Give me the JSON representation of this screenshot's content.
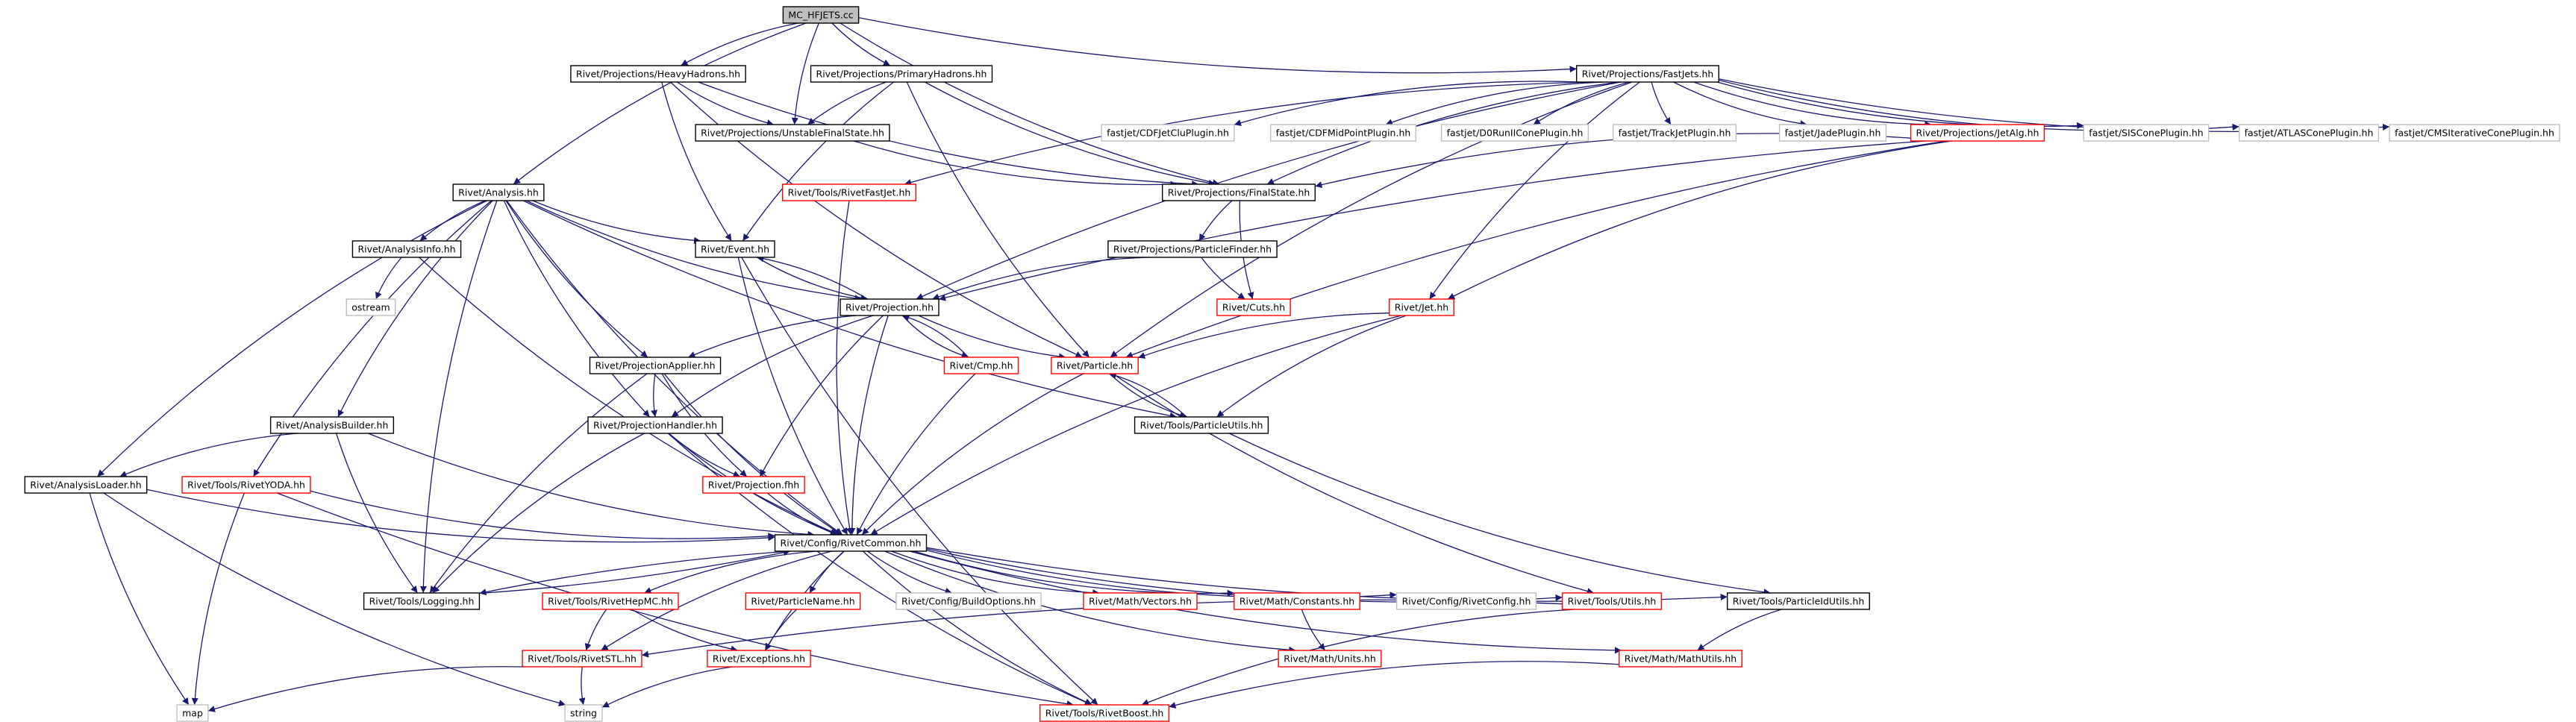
{
  "colors": {
    "root_fill": "#bfbfbf",
    "defined": "#000000",
    "undocumented": "#ff0000",
    "external": "#bfbfbf",
    "edge": "#191970"
  },
  "nodes": [
    {
      "id": "root",
      "label": "MC_HFJETS.cc",
      "kind": "root"
    },
    {
      "id": "heavy",
      "label": "Rivet/Projections/HeavyHadrons.hh",
      "kind": "defined"
    },
    {
      "id": "primary",
      "label": "Rivet/Projections/PrimaryHadrons.hh",
      "kind": "defined"
    },
    {
      "id": "fastjets",
      "label": "Rivet/Projections/FastJets.hh",
      "kind": "defined"
    },
    {
      "id": "unstable",
      "label": "Rivet/Projections/UnstableFinalState.hh",
      "kind": "defined"
    },
    {
      "id": "cdfjetclu",
      "label": "fastjet/CDFJetCluPlugin.hh",
      "kind": "external"
    },
    {
      "id": "cdfmid",
      "label": "fastjet/CDFMidPointPlugin.hh",
      "kind": "external"
    },
    {
      "id": "d0run",
      "label": "fastjet/D0RunIIConePlugin.hh",
      "kind": "external"
    },
    {
      "id": "trackjet",
      "label": "fastjet/TrackJetPlugin.hh",
      "kind": "external"
    },
    {
      "id": "jade",
      "label": "fastjet/JadePlugin.hh",
      "kind": "external"
    },
    {
      "id": "jetalg",
      "label": "Rivet/Projections/JetAlg.hh",
      "kind": "undocumented"
    },
    {
      "id": "siscone",
      "label": "fastjet/SISConePlugin.hh",
      "kind": "external"
    },
    {
      "id": "atlascone",
      "label": "fastjet/ATLASConePlugin.hh",
      "kind": "external"
    },
    {
      "id": "cmscone",
      "label": "fastjet/CMSIterativeConePlugin.hh",
      "kind": "external"
    },
    {
      "id": "analysis",
      "label": "Rivet/Analysis.hh",
      "kind": "defined"
    },
    {
      "id": "rivetfastjet",
      "label": "Rivet/Tools/RivetFastJet.hh",
      "kind": "undocumented"
    },
    {
      "id": "finalstate",
      "label": "Rivet/Projections/FinalState.hh",
      "kind": "defined"
    },
    {
      "id": "analysisinfo",
      "label": "Rivet/AnalysisInfo.hh",
      "kind": "defined"
    },
    {
      "id": "event",
      "label": "Rivet/Event.hh",
      "kind": "defined"
    },
    {
      "id": "partfinder",
      "label": "Rivet/Projections/ParticleFinder.hh",
      "kind": "defined"
    },
    {
      "id": "ostream",
      "label": "ostream",
      "kind": "external"
    },
    {
      "id": "projection",
      "label": "Rivet/Projection.hh",
      "kind": "defined"
    },
    {
      "id": "cuts",
      "label": "Rivet/Cuts.hh",
      "kind": "undocumented"
    },
    {
      "id": "jet",
      "label": "Rivet/Jet.hh",
      "kind": "undocumented"
    },
    {
      "id": "projapplier",
      "label": "Rivet/ProjectionApplier.hh",
      "kind": "defined"
    },
    {
      "id": "cmp",
      "label": "Rivet/Cmp.hh",
      "kind": "undocumented"
    },
    {
      "id": "particle",
      "label": "Rivet/Particle.hh",
      "kind": "undocumented"
    },
    {
      "id": "analysisbuilder",
      "label": "Rivet/AnalysisBuilder.hh",
      "kind": "defined"
    },
    {
      "id": "projhandler",
      "label": "Rivet/ProjectionHandler.hh",
      "kind": "defined"
    },
    {
      "id": "particleutils",
      "label": "Rivet/Tools/ParticleUtils.hh",
      "kind": "defined"
    },
    {
      "id": "analysisloader",
      "label": "Rivet/AnalysisLoader.hh",
      "kind": "defined"
    },
    {
      "id": "rivetyoda",
      "label": "Rivet/Tools/RivetYODA.hh",
      "kind": "undocumented"
    },
    {
      "id": "projfhh",
      "label": "Rivet/Projection.fhh",
      "kind": "undocumented"
    },
    {
      "id": "rivetcommon",
      "label": "Rivet/Config/RivetCommon.hh",
      "kind": "defined"
    },
    {
      "id": "logging",
      "label": "Rivet/Tools/Logging.hh",
      "kind": "defined"
    },
    {
      "id": "rivethepmc",
      "label": "Rivet/Tools/RivetHepMC.hh",
      "kind": "undocumented"
    },
    {
      "id": "particlename",
      "label": "Rivet/ParticleName.hh",
      "kind": "undocumented"
    },
    {
      "id": "buildopts",
      "label": "Rivet/Config/BuildOptions.hh",
      "kind": "external"
    },
    {
      "id": "vectors",
      "label": "Rivet/Math/Vectors.hh",
      "kind": "undocumented"
    },
    {
      "id": "constants",
      "label": "Rivet/Math/Constants.hh",
      "kind": "undocumented"
    },
    {
      "id": "rivetconfig",
      "label": "Rivet/Config/RivetConfig.hh",
      "kind": "external"
    },
    {
      "id": "utils",
      "label": "Rivet/Tools/Utils.hh",
      "kind": "undocumented"
    },
    {
      "id": "particleidutils",
      "label": "Rivet/Tools/ParticleIdUtils.hh",
      "kind": "defined"
    },
    {
      "id": "rivetstl",
      "label": "Rivet/Tools/RivetSTL.hh",
      "kind": "undocumented"
    },
    {
      "id": "exceptions",
      "label": "Rivet/Exceptions.hh",
      "kind": "undocumented"
    },
    {
      "id": "units",
      "label": "Rivet/Math/Units.hh",
      "kind": "undocumented"
    },
    {
      "id": "mathutils",
      "label": "Rivet/Math/MathUtils.hh",
      "kind": "undocumented"
    },
    {
      "id": "map",
      "label": "map",
      "kind": "external"
    },
    {
      "id": "string",
      "label": "string",
      "kind": "external"
    },
    {
      "id": "rivetboost",
      "label": "Rivet/Tools/RivetBoost.hh",
      "kind": "undocumented"
    }
  ],
  "edges": [
    [
      "root",
      "heavy"
    ],
    [
      "root",
      "primary"
    ],
    [
      "root",
      "fastjets"
    ],
    [
      "root",
      "unstable"
    ],
    [
      "root",
      "analysis"
    ],
    [
      "root",
      "finalstate"
    ],
    [
      "heavy",
      "unstable"
    ],
    [
      "heavy",
      "finalstate"
    ],
    [
      "heavy",
      "event"
    ],
    [
      "heavy",
      "particle"
    ],
    [
      "primary",
      "unstable"
    ],
    [
      "primary",
      "finalstate"
    ],
    [
      "primary",
      "event"
    ],
    [
      "primary",
      "particle"
    ],
    [
      "unstable",
      "finalstate"
    ],
    [
      "fastjets",
      "cdfjetclu"
    ],
    [
      "fastjets",
      "cdfmid"
    ],
    [
      "fastjets",
      "d0run"
    ],
    [
      "fastjets",
      "trackjet"
    ],
    [
      "fastjets",
      "jade"
    ],
    [
      "fastjets",
      "jetalg"
    ],
    [
      "fastjets",
      "siscone"
    ],
    [
      "fastjets",
      "atlascone"
    ],
    [
      "fastjets",
      "cmscone"
    ],
    [
      "fastjets",
      "rivetfastjet"
    ],
    [
      "fastjets",
      "finalstate"
    ],
    [
      "fastjets",
      "projection"
    ],
    [
      "fastjets",
      "particle"
    ],
    [
      "fastjets",
      "jet"
    ],
    [
      "jetalg",
      "finalstate"
    ],
    [
      "jetalg",
      "projection"
    ],
    [
      "jetalg",
      "particle"
    ],
    [
      "jetalg",
      "jet"
    ],
    [
      "finalstate",
      "partfinder"
    ],
    [
      "finalstate",
      "cuts"
    ],
    [
      "partfinder",
      "projection"
    ],
    [
      "partfinder",
      "cuts"
    ],
    [
      "analysis",
      "analysisinfo"
    ],
    [
      "analysis",
      "event"
    ],
    [
      "analysis",
      "projection"
    ],
    [
      "analysis",
      "projapplier"
    ],
    [
      "analysis",
      "projhandler"
    ],
    [
      "analysis",
      "analysisbuilder"
    ],
    [
      "analysis",
      "analysisloader"
    ],
    [
      "analysis",
      "rivetyoda"
    ],
    [
      "analysis",
      "particleutils"
    ],
    [
      "analysis",
      "logging"
    ],
    [
      "analysis",
      "rivetcommon"
    ],
    [
      "analysisinfo",
      "ostream"
    ],
    [
      "analysisinfo",
      "rivetcommon"
    ],
    [
      "event",
      "projection"
    ],
    [
      "event",
      "rivetcommon"
    ],
    [
      "event",
      "rivetboost"
    ],
    [
      "projection",
      "event"
    ],
    [
      "projection",
      "cmp"
    ],
    [
      "projection",
      "particle"
    ],
    [
      "projection",
      "projapplier"
    ],
    [
      "projection",
      "projhandler"
    ],
    [
      "projection",
      "projfhh"
    ],
    [
      "projection",
      "rivetcommon"
    ],
    [
      "cmp",
      "projection"
    ],
    [
      "cmp",
      "rivetcommon"
    ],
    [
      "rivetfastjet",
      "rivetcommon"
    ],
    [
      "jet",
      "particle"
    ],
    [
      "jet",
      "particleutils"
    ],
    [
      "jet",
      "rivetcommon"
    ],
    [
      "particle",
      "particleutils"
    ],
    [
      "particle",
      "rivetcommon"
    ],
    [
      "particle",
      "utils"
    ],
    [
      "particleutils",
      "particle"
    ],
    [
      "particleutils",
      "particleidutils"
    ],
    [
      "projapplier",
      "projhandler"
    ],
    [
      "projapplier",
      "projfhh"
    ],
    [
      "projapplier",
      "logging"
    ],
    [
      "projapplier",
      "rivetcommon"
    ],
    [
      "projhandler",
      "projfhh"
    ],
    [
      "projhandler",
      "logging"
    ],
    [
      "projhandler",
      "rivetcommon"
    ],
    [
      "projhandler",
      "rivetboost"
    ],
    [
      "analysisbuilder",
      "analysisloader"
    ],
    [
      "analysisbuilder",
      "logging"
    ],
    [
      "analysisbuilder",
      "rivetcommon"
    ],
    [
      "analysisloader",
      "rivetcommon"
    ],
    [
      "analysisloader",
      "map"
    ],
    [
      "analysisloader",
      "string"
    ],
    [
      "rivetyoda",
      "rivetcommon"
    ],
    [
      "rivetyoda",
      "map"
    ],
    [
      "rivetyoda",
      "rivetboost"
    ],
    [
      "projfhh",
      "rivetcommon"
    ],
    [
      "rivetcommon",
      "logging"
    ],
    [
      "rivetcommon",
      "rivethepmc"
    ],
    [
      "rivetcommon",
      "particlename"
    ],
    [
      "rivetcommon",
      "buildopts"
    ],
    [
      "rivetcommon",
      "vectors"
    ],
    [
      "rivetcommon",
      "constants"
    ],
    [
      "rivetcommon",
      "rivetconfig"
    ],
    [
      "rivetcommon",
      "utils"
    ],
    [
      "rivetcommon",
      "particleidutils"
    ],
    [
      "rivetcommon",
      "rivetstl"
    ],
    [
      "rivetcommon",
      "exceptions"
    ],
    [
      "rivetcommon",
      "units"
    ],
    [
      "rivetcommon",
      "mathutils"
    ],
    [
      "rivetcommon",
      "rivetboost"
    ],
    [
      "logging",
      "rivetcommon"
    ],
    [
      "rivethepmc",
      "rivetstl"
    ],
    [
      "rivethepmc",
      "exceptions"
    ],
    [
      "particlename",
      "exceptions"
    ],
    [
      "constants",
      "units"
    ],
    [
      "utils",
      "rivetstl"
    ],
    [
      "utils",
      "rivetboost"
    ],
    [
      "particleidutils",
      "mathutils"
    ],
    [
      "rivetstl",
      "map"
    ],
    [
      "rivetstl",
      "string"
    ],
    [
      "exceptions",
      "string"
    ],
    [
      "mathutils",
      "rivetboost"
    ]
  ]
}
